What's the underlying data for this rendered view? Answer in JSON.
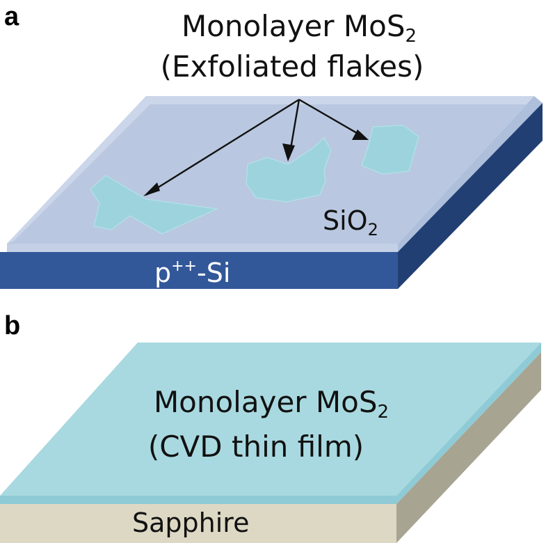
{
  "panel_a": {
    "letter": "a",
    "title_line1": "Monolayer MoS",
    "title_sub": "2",
    "title_line2": "(Exfoliated flakes)",
    "oxide_main": "SiO",
    "oxide_sub": "2",
    "substrate_main": "p",
    "substrate_sup": "++",
    "substrate_rest": "-Si"
  },
  "panel_b": {
    "letter": "b",
    "film_line1": "Monolayer MoS",
    "film_sub": "2",
    "film_line2": "(CVD thin film)",
    "substrate": "Sapphire"
  },
  "colors": {
    "sio2_top": "#b9c7e0",
    "sio2_edge": "#cbd6ea",
    "si_front": "#33589a",
    "si_side": "#223f73",
    "flake": "#9dd3dc",
    "mos2_film": "#a9d9e0",
    "mos2_edge": "#8fcbd6",
    "sapphire_front": "#ddd8c4",
    "sapphire_side": "#a8a492"
  }
}
